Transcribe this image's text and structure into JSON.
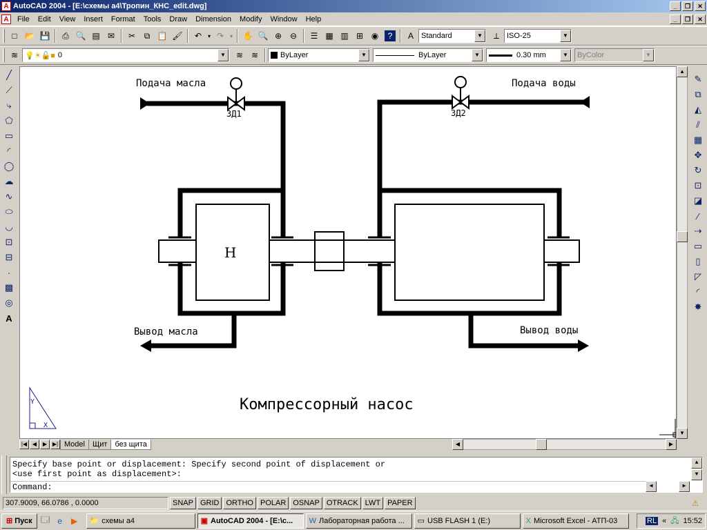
{
  "window": {
    "title": "AutoCAD 2004 - [E:\\схемы а4\\Тропин_КНС_edit.dwg]",
    "app_icon": "A"
  },
  "menu": [
    "File",
    "Edit",
    "View",
    "Insert",
    "Format",
    "Tools",
    "Draw",
    "Dimension",
    "Modify",
    "Window",
    "Help"
  ],
  "toolbar_standard": {
    "text_style": "Standard",
    "dim_style": "ISO-25"
  },
  "toolbar_properties": {
    "layer": "0",
    "color": "ByLayer",
    "linetype": "ByLayer",
    "lineweight": "0.30 mm",
    "plotstyle": "ByColor"
  },
  "drawing": {
    "oil_in": "Подача масла",
    "water_in": "Подача воды",
    "valve1": "ЗД1",
    "valve2": "ЗД2",
    "pump_letter": "Н",
    "oil_out": "Вывод масла",
    "water_out": "Вывод воды",
    "title": "Компрессорный насос",
    "ucs_y": "Y",
    "ucs_x": "X"
  },
  "layout_tabs": [
    "Model",
    "Щит",
    "без щита"
  ],
  "active_tab": "без щита",
  "command": {
    "line1": "Specify base point or displacement: Specify second point of displacement or",
    "line2": "<use first point as displacement>:",
    "prompt": "Command:"
  },
  "status": {
    "coords": "307.9009, 66.0786 , 0.0000",
    "toggles": [
      "SNAP",
      "GRID",
      "ORTHO",
      "POLAR",
      "OSNAP",
      "OTRACK",
      "LWT",
      "PAPER"
    ]
  },
  "taskbar": {
    "start": "Пуск",
    "tasks": [
      {
        "label": "схемы а4",
        "icon": "folder-icon"
      },
      {
        "label": "AutoCAD 2004 - [E:\\с...",
        "icon": "autocad-icon",
        "active": true
      },
      {
        "label": "Лабораторная работа ...",
        "icon": "word-icon"
      },
      {
        "label": "USB FLASH 1 (E:)",
        "icon": "drive-icon"
      },
      {
        "label": "Microsoft Excel - АТП-03",
        "icon": "excel-icon"
      }
    ],
    "lang": "RL",
    "time": "15:52"
  },
  "colors": {
    "title_start": "#0a246a",
    "title_end": "#a6caf0",
    "face": "#d4d0c8",
    "drawing_ink": "#000000"
  }
}
